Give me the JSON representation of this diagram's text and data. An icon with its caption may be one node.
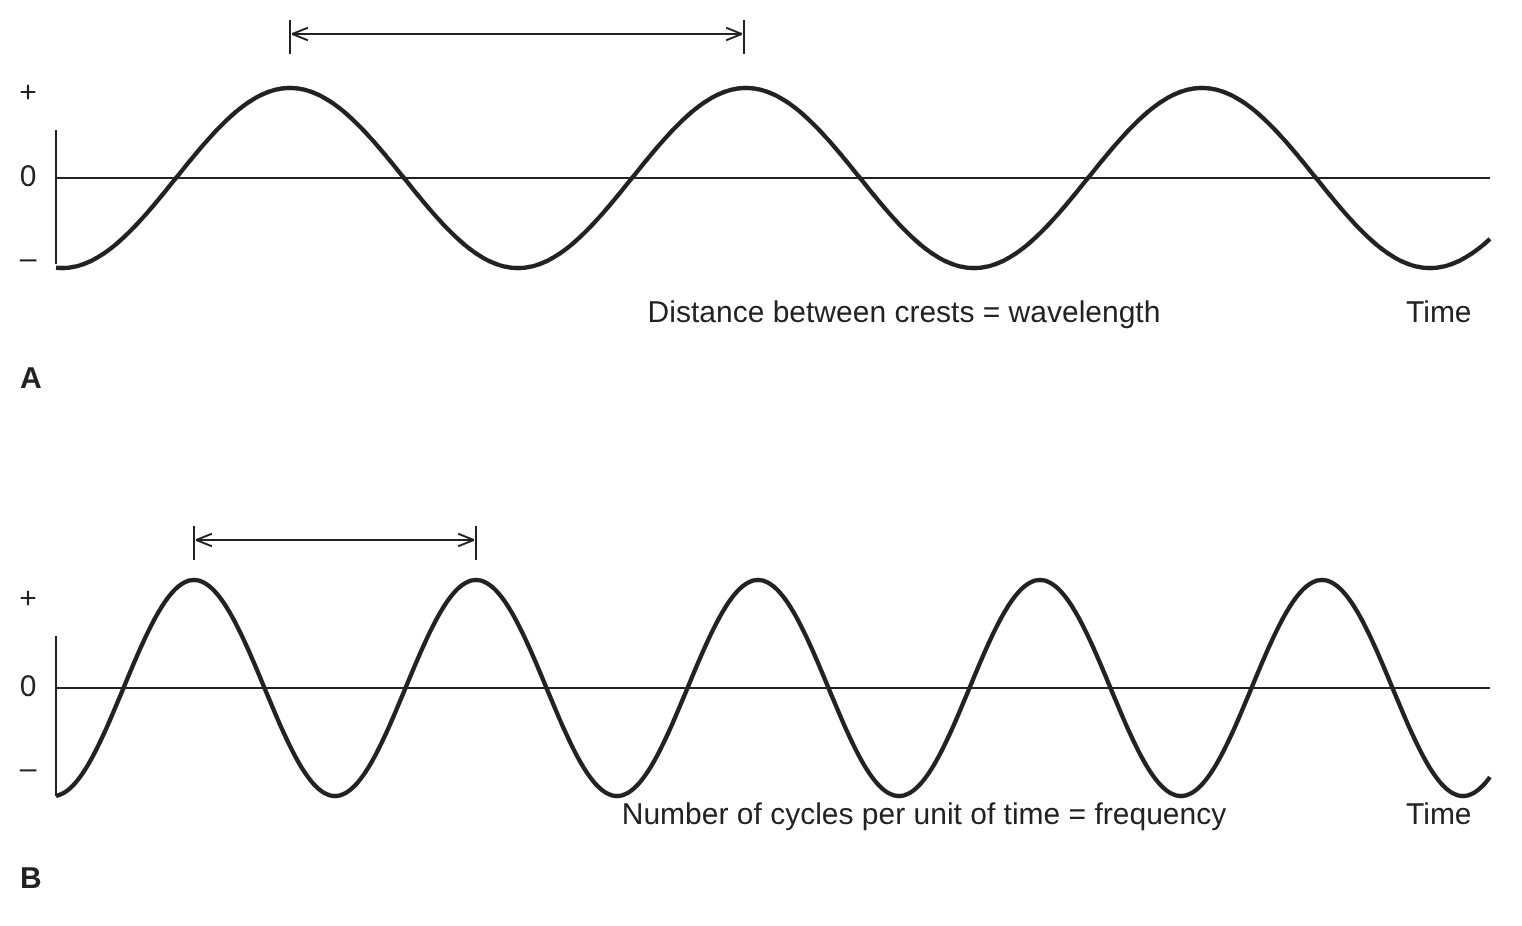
{
  "diagram": {
    "labels": [
      "+",
      "0",
      "–",
      "Distance between crests = wavelength",
      "Time",
      "A",
      "+",
      "0",
      "–",
      "Number of cycles per unit of time = frequency",
      "Time",
      "B"
    ]
  }
}
